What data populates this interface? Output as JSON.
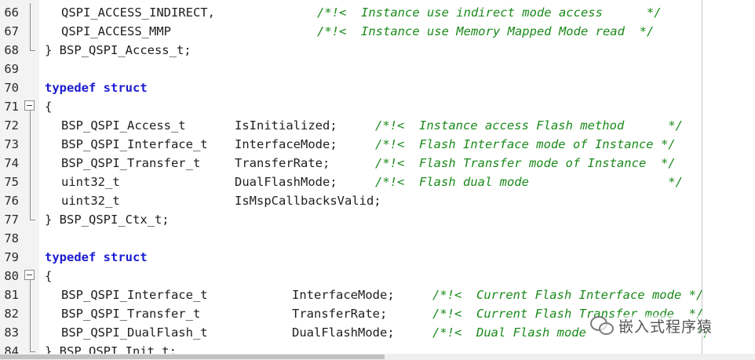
{
  "lines": [
    {
      "no": "66",
      "tokens": [
        {
          "c": 1,
          "t": "QSPI_ACCESS_INDIRECT,"
        },
        {
          "c": 15,
          "t": "/*!<  Instance use indirect mode access      */",
          "s": "cm"
        }
      ]
    },
    {
      "no": "67",
      "tokens": [
        {
          "c": 1,
          "t": "QSPI_ACCESS_MMP"
        },
        {
          "c": 15,
          "t": "/*!<  Instance use Memory Mapped Mode read  */",
          "s": "cm"
        }
      ]
    },
    {
      "no": "68",
      "tokens": [
        {
          "c": 0,
          "t": "} BSP_QSPI_Access_t;"
        }
      ]
    },
    {
      "no": "69",
      "tokens": []
    },
    {
      "no": "70",
      "tokens": [
        {
          "c": 0,
          "t": "typedef struct",
          "s": "kw"
        }
      ]
    },
    {
      "no": "71",
      "tokens": [
        {
          "c": 0,
          "t": "{"
        }
      ]
    },
    {
      "no": "72",
      "tokens": [
        {
          "c": 1,
          "t": "BSP_QSPI_Access_t"
        },
        {
          "c": 10,
          "t": "IsInitialized;"
        },
        {
          "c": 17,
          "t": "/*!<  Instance access Flash method      */",
          "s": "cm"
        }
      ]
    },
    {
      "no": "73",
      "tokens": [
        {
          "c": 1,
          "t": "BSP_QSPI_Interface_t"
        },
        {
          "c": 10,
          "t": "InterfaceMode;"
        },
        {
          "c": 17,
          "t": "/*!<  Flash Interface mode of Instance */",
          "s": "cm"
        }
      ]
    },
    {
      "no": "74",
      "tokens": [
        {
          "c": 1,
          "t": "BSP_QSPI_Transfer_t"
        },
        {
          "c": 10,
          "t": "TransferRate;"
        },
        {
          "c": 17,
          "t": "/*!<  Flash Transfer mode of Instance  */",
          "s": "cm"
        }
      ]
    },
    {
      "no": "75",
      "tokens": [
        {
          "c": 1,
          "t": "uint32_t"
        },
        {
          "c": 10,
          "t": "DualFlashMode;"
        },
        {
          "c": 17,
          "t": "/*!<  Flash dual mode                   */",
          "s": "cm"
        }
      ]
    },
    {
      "no": "76",
      "tokens": [
        {
          "c": 1,
          "t": "uint32_t"
        },
        {
          "c": 10,
          "t": "IsMspCallbacksValid;"
        }
      ]
    },
    {
      "no": "77",
      "tokens": [
        {
          "c": 0,
          "t": "} BSP_QSPI_Ctx_t;"
        }
      ]
    },
    {
      "no": "78",
      "tokens": []
    },
    {
      "no": "79",
      "tokens": [
        {
          "c": 0,
          "t": "typedef struct",
          "s": "kw"
        }
      ]
    },
    {
      "no": "80",
      "tokens": [
        {
          "c": 0,
          "t": "{"
        }
      ]
    },
    {
      "no": "81",
      "tokens": [
        {
          "c": 1,
          "t": "BSP_QSPI_Interface_t"
        },
        {
          "c": 13,
          "t": "InterfaceMode;"
        },
        {
          "c": 20,
          "t": "/*!<  Current Flash Interface mode */",
          "s": "cm"
        }
      ]
    },
    {
      "no": "82",
      "tokens": [
        {
          "c": 1,
          "t": "BSP_QSPI_Transfer_t"
        },
        {
          "c": 13,
          "t": "TransferRate;"
        },
        {
          "c": 20,
          "t": "/*!<  Current Flash Transfer mode  */",
          "s": "cm"
        }
      ]
    },
    {
      "no": "83",
      "tokens": [
        {
          "c": 1,
          "t": "BSP_QSPI_DualFlash_t"
        },
        {
          "c": 13,
          "t": "DualFlashMode;"
        },
        {
          "c": 20,
          "t": "/*!<  Dual Flash mode               */",
          "s": "cm"
        }
      ]
    },
    {
      "no": "84",
      "tokens": [
        {
          "c": 0,
          "t": "} BSP_QSPI_Init_t;"
        }
      ]
    }
  ],
  "watermark": {
    "text": "嵌入式程序猿",
    "icon": "wechat-icon"
  },
  "colors": {
    "keyword": "#1c1cd0",
    "comment": "#1a8a1a",
    "text": "#1e1e1e",
    "gutter": "#f3f3f3"
  }
}
